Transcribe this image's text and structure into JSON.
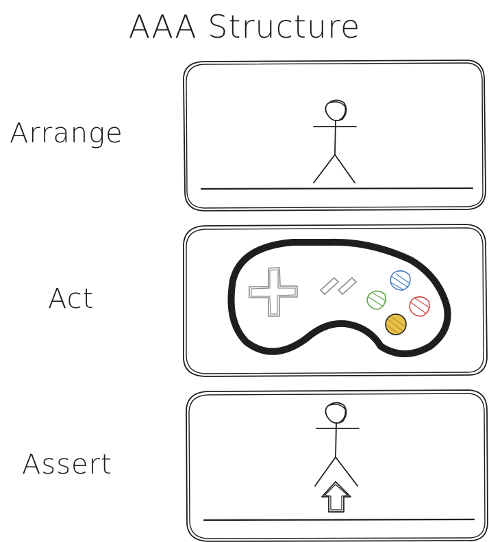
{
  "title": "AAA Structure",
  "steps": [
    {
      "label": "Arrange",
      "scene": "stick-figure-on-ground"
    },
    {
      "label": "Act",
      "scene": "game-controller"
    },
    {
      "label": "Assert",
      "scene": "stick-figure-raised-with-up-arrow"
    }
  ],
  "colors": {
    "ink": "#1e1e1e",
    "dpad": "#8a8a8a",
    "button_blue": "#4a7fc1",
    "button_green": "#5aa642",
    "button_red": "#d14b4b",
    "button_yellow": "#e8c04a"
  }
}
